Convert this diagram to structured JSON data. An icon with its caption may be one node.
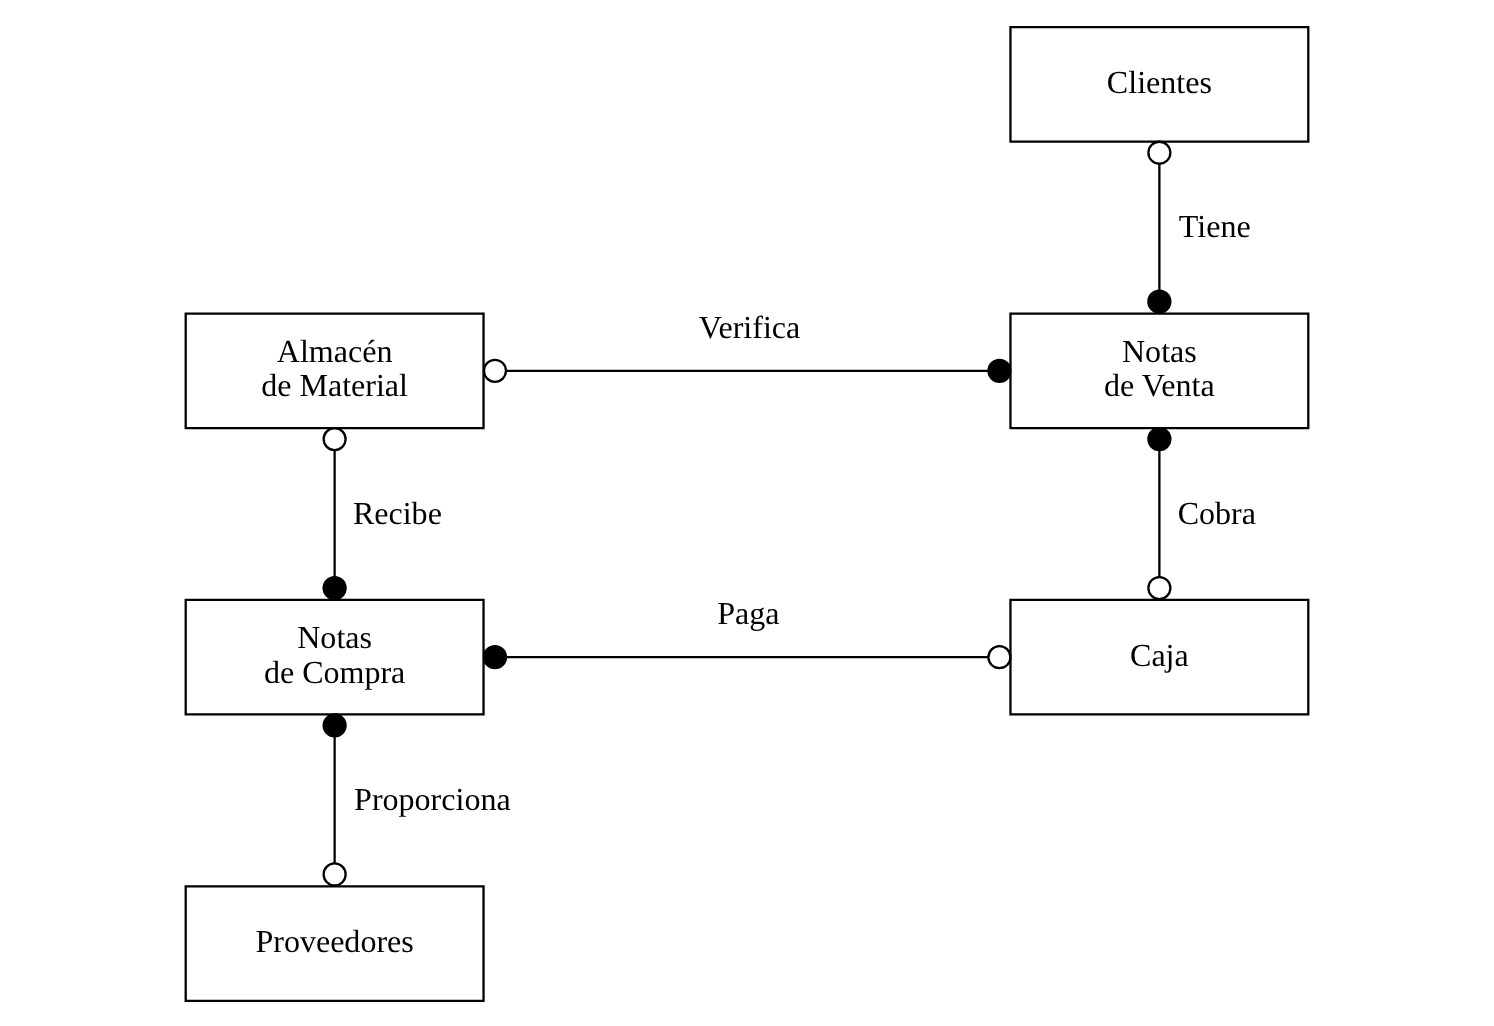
{
  "diagram": {
    "nodes": [
      {
        "text": [
          "Clientes"
        ]
      },
      {
        "text": [
          "Almacén de Material"
        ]
      },
      {
        "text": [
          "Notas de Venta"
        ]
      },
      {
        "text": [
          "Notas de Compra"
        ]
      },
      {
        "text": [
          "Caja"
        ]
      },
      {
        "text": [
          "Proveedores"
        ]
      }
    ],
    "edges": [
      {
        "from": 0,
        "to": 2,
        "arrow": "other",
        "label": "Tiene"
      },
      {
        "from": 1,
        "to": 2,
        "arrow": "other",
        "label": "Verifica"
      },
      {
        "from": 1,
        "to": 3,
        "arrow": "other",
        "label": "Recibe"
      },
      {
        "from": 4,
        "to": 2,
        "arrow": "other",
        "label": "Cobra"
      },
      {
        "from": 4,
        "to": 3,
        "arrow": "other",
        "label": "Paga"
      },
      {
        "from": 5,
        "to": 3,
        "arrow": "other",
        "label": "Proporciona"
      }
    ]
  }
}
